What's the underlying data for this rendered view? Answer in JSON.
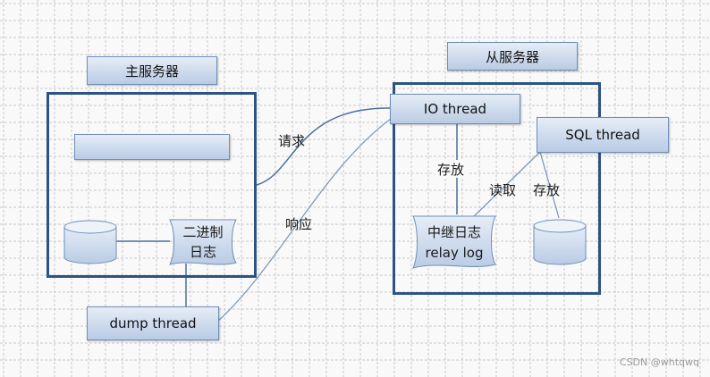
{
  "master": {
    "title": "主服务器",
    "binlog_line1": "二进制",
    "binlog_line2": "日志",
    "dump_thread": "dump thread"
  },
  "slave": {
    "title": "从服务器",
    "io_thread": "IO thread",
    "sql_thread": "SQL thread",
    "relay_line1": "中继日志",
    "relay_line2": "relay log"
  },
  "edges": {
    "request": "请求",
    "response": "响应",
    "store_io": "存放",
    "read": "读取",
    "store_sql": "存放"
  },
  "watermark": "CSDN @whtqwq",
  "colors": {
    "frame": "#2d5480",
    "box_top": "#e6edf7",
    "box_bottom": "#b9cbe4",
    "line": "#4b6f98",
    "grid": "#c9c9c9"
  }
}
